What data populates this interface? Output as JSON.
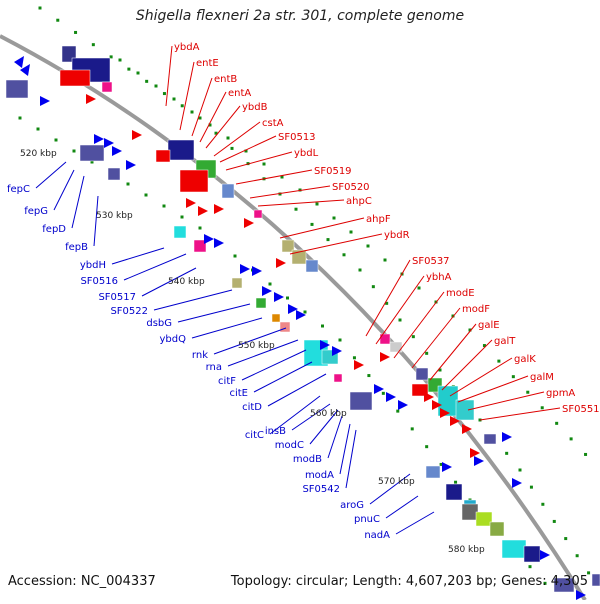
{
  "title": "Shigella flexneri 2a str. 301, complete genome",
  "accession": "Accession: NC_004337",
  "topology": "Topology: circular; Length: 4,607,203 bp; Genes: 4,305",
  "colors": {
    "backbone": "#9a9a9a",
    "forward_strand": "#0000ee",
    "reverse_strand": "#ee0000",
    "tick_marks": "#118811",
    "label_forward": "#0000cc",
    "label_reverse": "#dd0000"
  },
  "kbp_labels": [
    "520 kbp",
    "530 kbp",
    "540 kbp",
    "550 kbp",
    "560 kbp",
    "570 kbp",
    "580 kbp"
  ],
  "genes_right": [
    "ybdA",
    "entE",
    "entB",
    "entA",
    "ybdB",
    "cstA",
    "SF0513",
    "ybdL",
    "SF0519",
    "SF0520",
    "ahpC",
    "ahpF",
    "ybdR",
    "SF0537",
    "ybhA",
    "modE",
    "modF",
    "galE",
    "galT",
    "galK",
    "galM",
    "gpmA",
    "SF0551"
  ],
  "genes_left": [
    "fepC",
    "fepG",
    "fepD",
    "fepB",
    "ybdH",
    "SF0516",
    "SF0517",
    "SF0522",
    "dsbG",
    "ybdQ",
    "rnk",
    "rna",
    "citF",
    "citE",
    "citD",
    "citC",
    "insB",
    "modC",
    "modB",
    "modA",
    "SF0542",
    "aroG",
    "pnuC",
    "nadA"
  ]
}
